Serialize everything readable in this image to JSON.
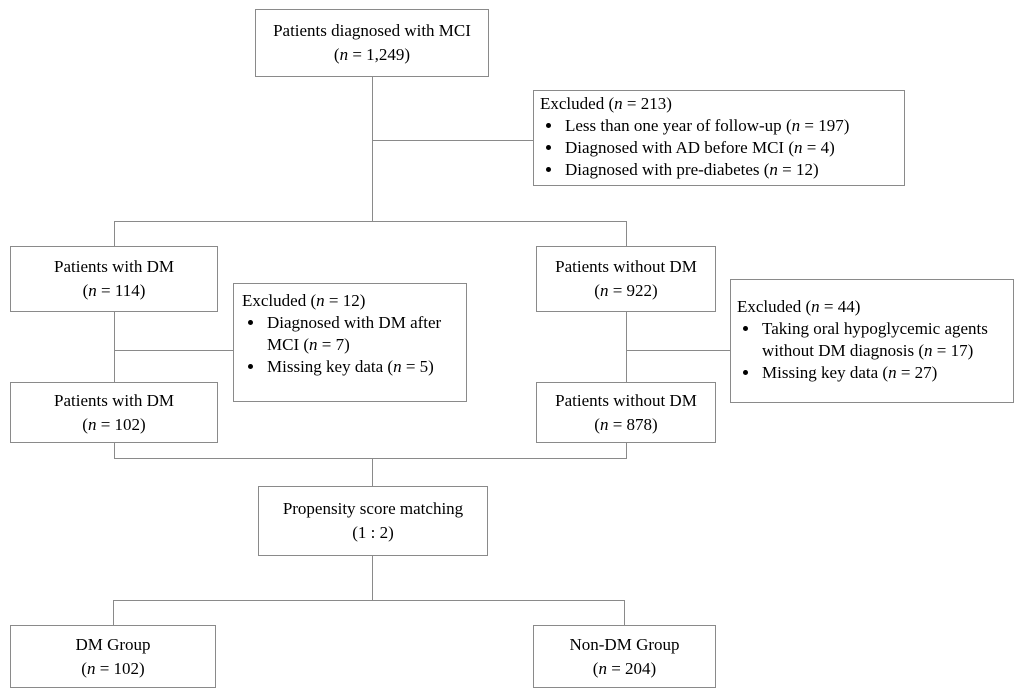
{
  "fmt": {
    "open": "(",
    "n": "n",
    "eq": " = ",
    "close": ")",
    "space": " "
  },
  "boxes": {
    "mci": {
      "title": "Patients diagnosed with MCI",
      "count": "1,249"
    },
    "excluded_mci": {
      "title": "Excluded",
      "count": "213",
      "items": [
        {
          "text": "Less than one year of follow-up",
          "count": "197"
        },
        {
          "text": "Diagnosed with AD before MCI",
          "count": "4"
        },
        {
          "text": "Diagnosed with pre-diabetes",
          "count": "12"
        }
      ]
    },
    "with_dm_initial": {
      "title": "Patients with DM",
      "count": "114"
    },
    "without_dm_initial": {
      "title": "Patients without DM",
      "count": "922"
    },
    "excluded_dm": {
      "title": "Excluded",
      "count": "12",
      "items": [
        {
          "text": "Diagnosed with DM after MCI",
          "count": "7"
        },
        {
          "text": "Missing key data",
          "count": "5"
        }
      ]
    },
    "excluded_without_dm": {
      "title": "Excluded",
      "count": "44",
      "items": [
        {
          "text": "Taking oral hypoglycemic agents without DM diagnosis",
          "count": "17"
        },
        {
          "text": "Missing key data",
          "count": "27"
        }
      ]
    },
    "with_dm_final": {
      "title": "Patients with DM",
      "count": "102"
    },
    "without_dm_final": {
      "title": "Patients without DM",
      "count": "878"
    },
    "propensity": {
      "title": "Propensity score matching",
      "ratio": "1 : 2"
    },
    "dm_group": {
      "title": "DM Group",
      "count": "102"
    },
    "nondm_group": {
      "title": "Non-DM Group",
      "count": "204"
    }
  },
  "colors": {
    "line": "#8a8a8a",
    "border": "#8a8a8a",
    "text": "#000000",
    "canvas": "#ffffff"
  }
}
